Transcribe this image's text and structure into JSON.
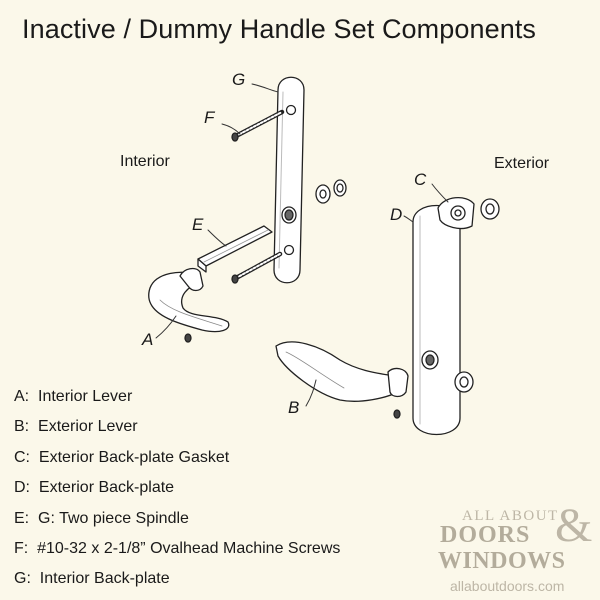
{
  "title": "Inactive / Dummy Handle Set Components",
  "side_labels": {
    "interior": "Interior",
    "exterior": "Exterior"
  },
  "callouts": {
    "a": "A",
    "b": "B",
    "c": "C",
    "d": "D",
    "e": "E",
    "f": "F",
    "g": "G"
  },
  "legend": [
    {
      "letter": "A:",
      "text": "Interior Lever"
    },
    {
      "letter": "B:",
      "text": "Exterior Lever"
    },
    {
      "letter": "C:",
      "text": "Exterior Back-plate Gasket"
    },
    {
      "letter": "D:",
      "text": "Exterior Back-plate"
    },
    {
      "letter": "E:",
      "text": "G:  Two piece Spindle"
    },
    {
      "letter": "F:",
      "text": "#10-32 x 2-1/8” Ovalhead Machine Screws"
    },
    {
      "letter": "G:",
      "text": "Interior Back-plate"
    }
  ],
  "watermark": {
    "line1": "ALL ABOUT",
    "ampersand": "&",
    "line2": "DOORS",
    "line3": "WINDOWS",
    "line4": "allaboutdoors.com"
  }
}
